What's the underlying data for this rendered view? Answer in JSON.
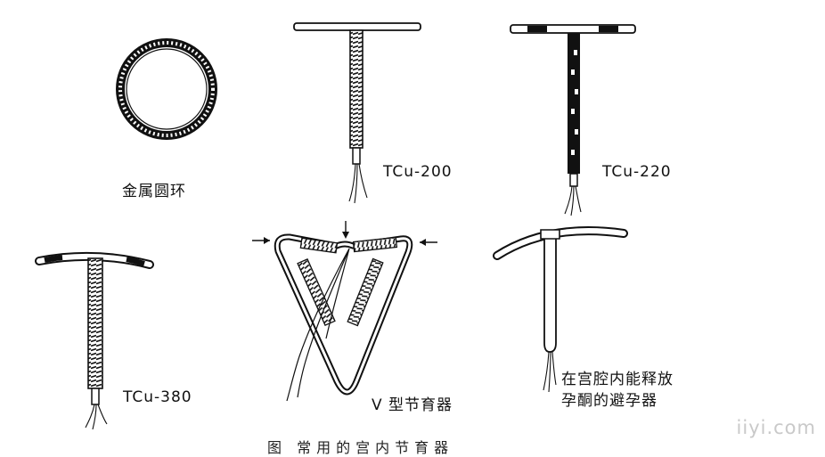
{
  "labels": {
    "ring": "金属圆环",
    "tcu200": "TCu-200",
    "tcu220": "TCu-220",
    "tcu380": "TCu-380",
    "vtype": "V 型节育器",
    "progesterone": "在宫腔内能释放\n孕酮的避孕器"
  },
  "caption": "图  常用的宫内节育器",
  "watermark": "iiyi.com"
}
